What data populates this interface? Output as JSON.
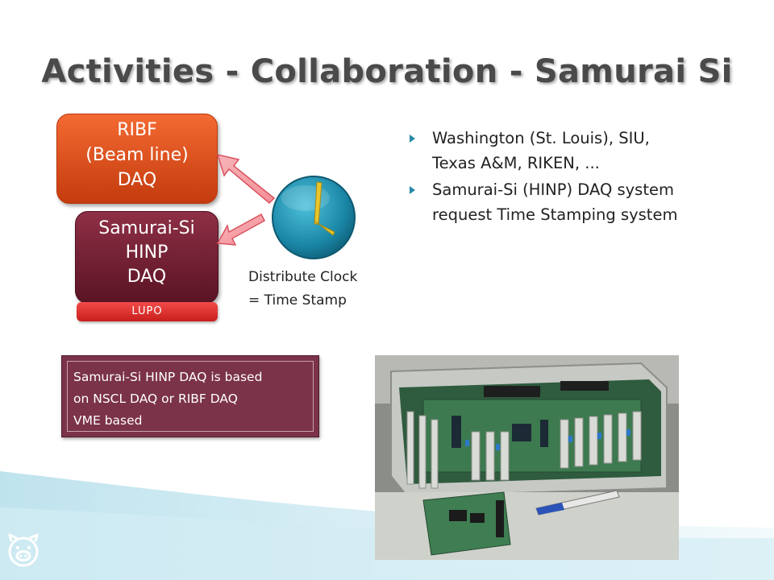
{
  "slide": {
    "title": "Activities - Collaboration - Samurai Si",
    "colors": {
      "accent": "#2a8aa6",
      "ribf": "#e0521f",
      "samurai": "#7a2439",
      "lupo": "#e23533",
      "note": "#7b3349"
    }
  },
  "diagram": {
    "ribf_box": {
      "lines": [
        "RIBF",
        "(Beam line)",
        "DAQ"
      ]
    },
    "samurai_box": {
      "lines": [
        "Samurai-Si",
        "HINP",
        "DAQ"
      ]
    },
    "lupo_label": "LUPO",
    "clock_icon": "clock-icon",
    "caption": [
      "Distribute Clock",
      "= Time Stamp"
    ]
  },
  "bullets": [
    {
      "lines": [
        "Washington (St. Louis), SIU,",
        "Texas A&M, RIKEN, ..."
      ]
    },
    {
      "lines": [
        "Samurai-Si (HINP) DAQ system",
        "request Time Stamping system"
      ]
    }
  ],
  "note": {
    "lines": [
      "Samurai-Si HINP DAQ is based",
      " on NSCL DAQ or RIBF DAQ",
      " VME based"
    ]
  },
  "photo": {
    "icon": "electronics-photo"
  },
  "footer": {
    "icon": "pig-logo-icon"
  }
}
